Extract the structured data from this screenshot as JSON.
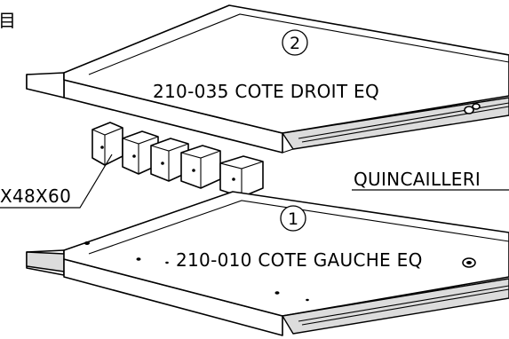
{
  "drawing": {
    "corner_fragment": "目",
    "upper_panel": {
      "balloon": "2",
      "label": "210-035 COTE DROIT EQ"
    },
    "lower_panel": {
      "balloon": "1",
      "label": "210-010 COTE GAUCHE EQ"
    },
    "hardware_label": "QUINCAILLERI",
    "block_label": "X48X60",
    "colors": {
      "ink": "#000000",
      "paper": "#ffffff",
      "shade": "#dcdcdc"
    }
  }
}
